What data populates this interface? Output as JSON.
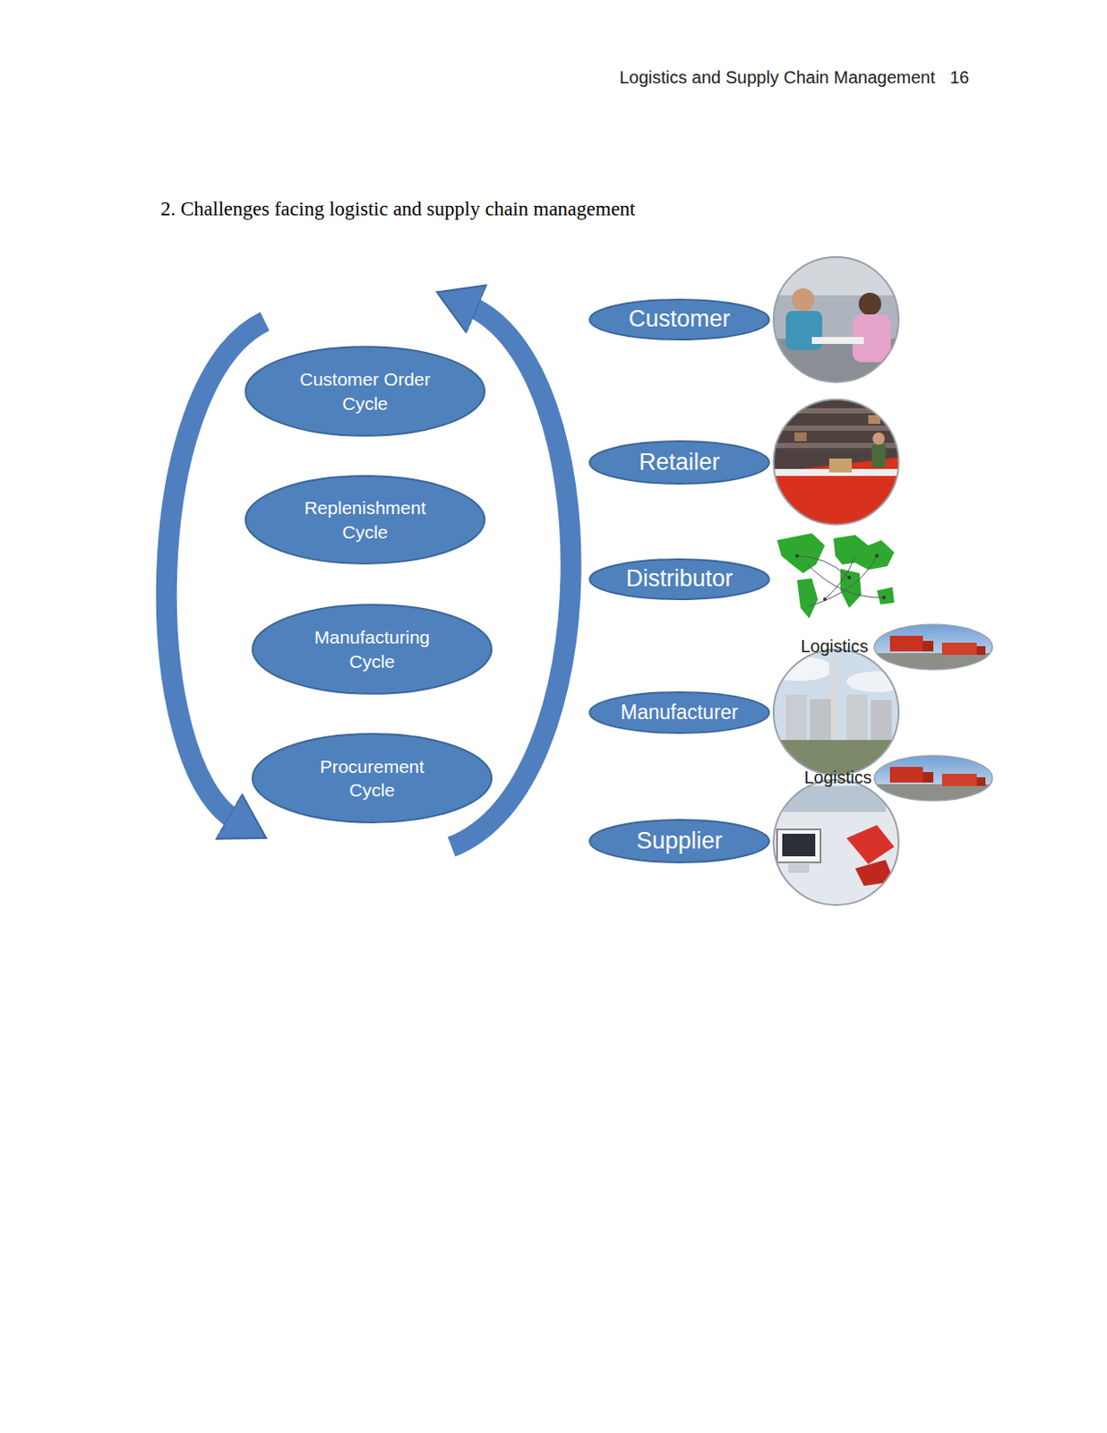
{
  "diagram": {
    "title": "2. Challenges facing logistic and supply chain management",
    "nodes": [
      {
        "text": [
          "Customer Order Cycle"
        ]
      },
      {
        "text": [
          "Replenishment Cycle"
        ]
      },
      {
        "text": [
          "Manufacturing Cycle"
        ]
      },
      {
        "text": [
          "Procurement Cycle"
        ]
      },
      {
        "text": [
          "Customer"
        ]
      },
      {
        "text": [
          "Retailer"
        ]
      },
      {
        "text": [
          "Distributor"
        ]
      },
      {
        "text": [
          "Manufacturer"
        ]
      },
      {
        "text": [
          "Supplier"
        ]
      }
    ],
    "labels": [
      "Logistics and Supply Chain Management",
      "16",
      "Logistics",
      "Logistics"
    ]
  }
}
